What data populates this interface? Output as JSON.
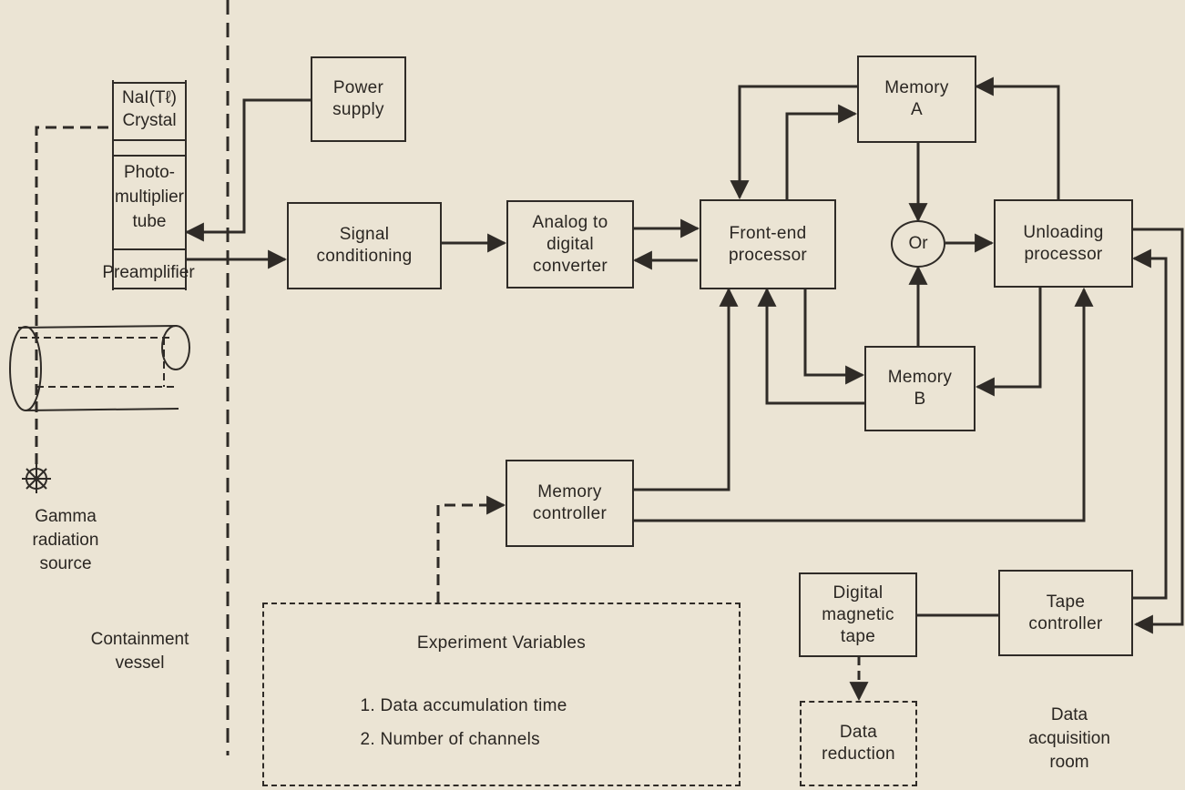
{
  "detector": {
    "crystal_line1": "NaI(Tℓ)",
    "crystal_line2": "Crystal",
    "pmt_line1": "Photo-",
    "pmt_line2": "multiplier",
    "pmt_line3": "tube",
    "preamp": "Preamplifier"
  },
  "blocks": {
    "power_supply": [
      "Power",
      "supply"
    ],
    "signal_conditioning": [
      "Signal",
      "conditioning"
    ],
    "adc": [
      "Analog to",
      "digital",
      "converter"
    ],
    "front_end": [
      "Front-end",
      "processor"
    ],
    "memory_a": [
      "Memory",
      "A"
    ],
    "or_gate": "Or",
    "unloading": [
      "Unloading",
      "processor"
    ],
    "memory_b": [
      "Memory",
      "B"
    ],
    "memory_controller": [
      "Memory",
      "controller"
    ],
    "digital_tape": [
      "Digital",
      "magnetic",
      "tape"
    ],
    "tape_controller": [
      "Tape",
      "controller"
    ],
    "data_reduction": [
      "Data",
      "reduction"
    ]
  },
  "labels": {
    "gamma_source": [
      "Gamma",
      "radiation",
      "source"
    ],
    "containment": [
      "Containment",
      "vessel"
    ],
    "acquisition_room": [
      "Data",
      "acquisition",
      "room"
    ]
  },
  "experiment": {
    "title": "Experiment Variables",
    "items": [
      "1.  Data accumulation time",
      "2.  Number of channels"
    ]
  }
}
